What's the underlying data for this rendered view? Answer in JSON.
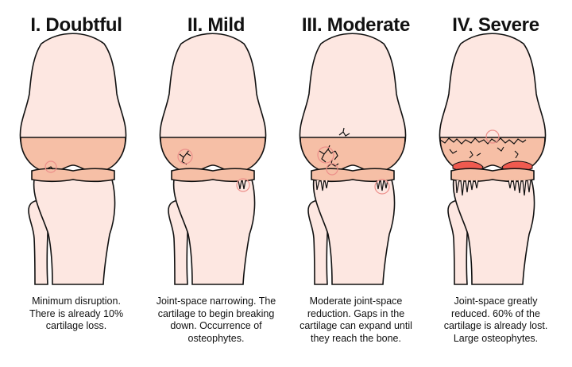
{
  "stages": [
    {
      "title": "I. Doubtful",
      "caption": [
        "Minimum disruption.",
        "There is already 10%",
        "cartilage loss."
      ]
    },
    {
      "title": "II. Mild",
      "caption": [
        "Joint-space narrowing. The",
        "cartilage to begin breaking",
        "down. Occurrence of",
        "osteophytes."
      ]
    },
    {
      "title": "III. Moderate",
      "caption": [
        "Moderate joint-space",
        "reduction. Gaps in the",
        "cartilage can expand until",
        "they reach the bone."
      ]
    },
    {
      "title": "IV. Severe",
      "caption": [
        "Joint-space greatly",
        "reduced. 60% of the",
        "cartilage is already lost.",
        "Large osteophytes."
      ]
    }
  ],
  "colors": {
    "bone": "#fde7e1",
    "cartilage": "#f6bfa6",
    "outline": "#111111",
    "damage": "#f05a4f",
    "marker": "#ec8f8a"
  }
}
